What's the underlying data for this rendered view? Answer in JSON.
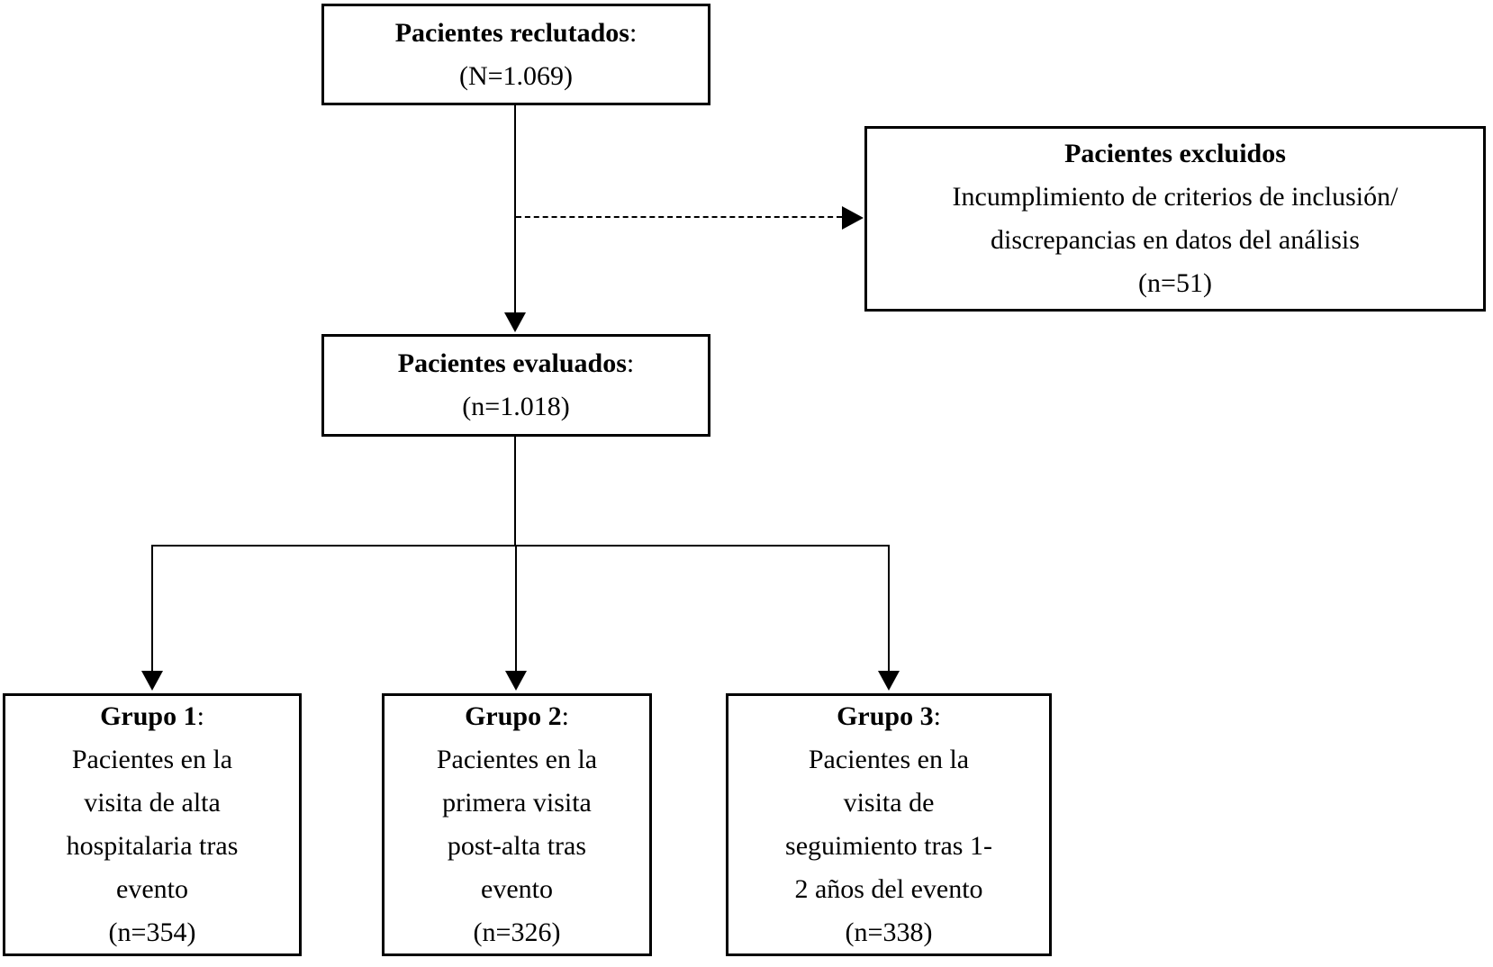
{
  "diagram": {
    "colors": {
      "line": "#000000",
      "text": "#000000",
      "box_border": "#000000",
      "background": "#ffffff"
    },
    "recruited": {
      "title": "Pacientes reclutados",
      "colon": ":",
      "n": "(N=1.069)"
    },
    "excluded": {
      "title": "Pacientes excluidos",
      "reason": "Incumplimiento de criterios de inclusión/\ndiscrepancias en datos del análisis",
      "n": "(n=51)"
    },
    "evaluated": {
      "title": "Pacientes evaluados",
      "colon": ":",
      "n": "(n=1.018)"
    },
    "groups": [
      {
        "title": "Grupo 1",
        "colon": ":",
        "description": "Pacientes en la\nvisita de alta\nhospitalaria tras\nevento",
        "n": "(n=354)"
      },
      {
        "title": "Grupo 2",
        "colon": ":",
        "description": "Pacientes en la\nprimera visita\npost-alta tras\nevento",
        "n": "(n=326)"
      },
      {
        "title": "Grupo 3",
        "colon": ":",
        "description": "Pacientes en la\nvisita de\nseguimiento tras 1-\n2 años del evento",
        "n": "(n=338)"
      }
    ]
  }
}
